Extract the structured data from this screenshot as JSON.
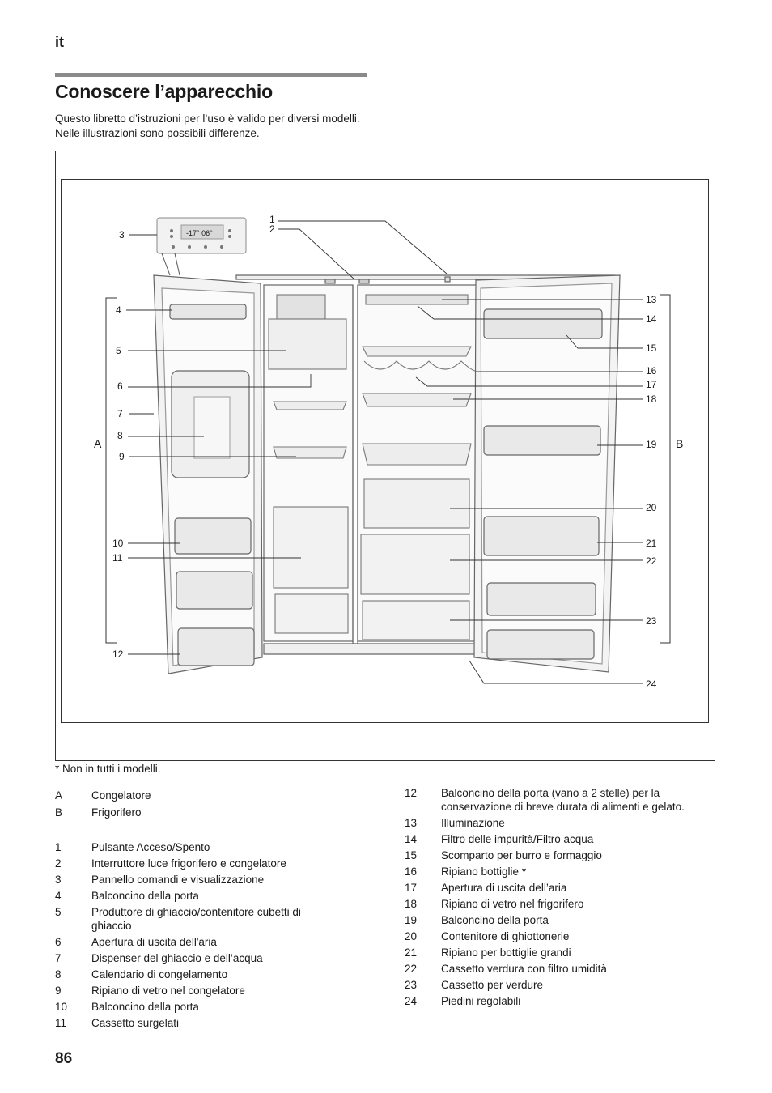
{
  "header": {
    "lang": "it"
  },
  "title": "Conoscere l’apparecchio",
  "intro": "Questo libretto d’istruzioni per l’uso è valido per diversi modelli. Nelle illustrazioni sono possibili differenze.",
  "figure": {
    "callouts": [
      "1",
      "2",
      "3",
      "4",
      "5",
      "6",
      "7",
      "8",
      "9",
      "10",
      "11",
      "12",
      "13",
      "14",
      "15",
      "16",
      "17",
      "18",
      "19",
      "20",
      "21",
      "22",
      "23",
      "24"
    ],
    "side_labels": [
      "A",
      "B"
    ],
    "display_text": "-17°  06°"
  },
  "note": "* Non in tutti i modelli.",
  "sections": [
    {
      "key": "A",
      "text": "Congelatore"
    },
    {
      "key": "B",
      "text": "Frigorifero"
    }
  ],
  "items_left": [
    {
      "key": "1",
      "text": "Pulsante Acceso/Spento"
    },
    {
      "key": "2",
      "text": "Interruttore luce frigorifero e congelatore"
    },
    {
      "key": "3",
      "text": "Pannello comandi e visualizzazione"
    },
    {
      "key": "4",
      "text": "Balconcino della porta"
    },
    {
      "key": "5",
      "text": "Produttore di ghiaccio/contenitore cubetti di ghiaccio"
    },
    {
      "key": "6",
      "text": "Apertura di uscita dell'aria"
    },
    {
      "key": "7",
      "text": "Dispenser del ghiaccio e dell’acqua"
    },
    {
      "key": "8",
      "text": "Calendario di congelamento"
    },
    {
      "key": "9",
      "text": "Ripiano di vetro nel congelatore"
    },
    {
      "key": "10",
      "text": "Balconcino della porta"
    },
    {
      "key": "11",
      "text": "Cassetto surgelati"
    }
  ],
  "items_right": [
    {
      "key": "12",
      "text": "Balconcino della porta (vano a 2 stelle) per la conservazione di breve durata di alimenti e gelato."
    },
    {
      "key": "13",
      "text": "Illuminazione"
    },
    {
      "key": "14",
      "text": "Filtro delle impurità/Filtro acqua"
    },
    {
      "key": "15",
      "text": "Scomparto per burro e formaggio"
    },
    {
      "key": "16",
      "text": "Ripiano bottiglie *"
    },
    {
      "key": "17",
      "text": "Apertura di uscita dell’aria"
    },
    {
      "key": "18",
      "text": "Ripiano di vetro nel frigorifero"
    },
    {
      "key": "19",
      "text": "Balconcino della porta"
    },
    {
      "key": "20",
      "text": "Contenitore di ghiottonerie"
    },
    {
      "key": "21",
      "text": "Ripiano per bottiglie grandi"
    },
    {
      "key": "22",
      "text": "Cassetto verdura con filtro umidità"
    },
    {
      "key": "23",
      "text": "Cassetto per verdure"
    },
    {
      "key": "24",
      "text": "Piedini regolabili"
    }
  ],
  "page_number": "86"
}
